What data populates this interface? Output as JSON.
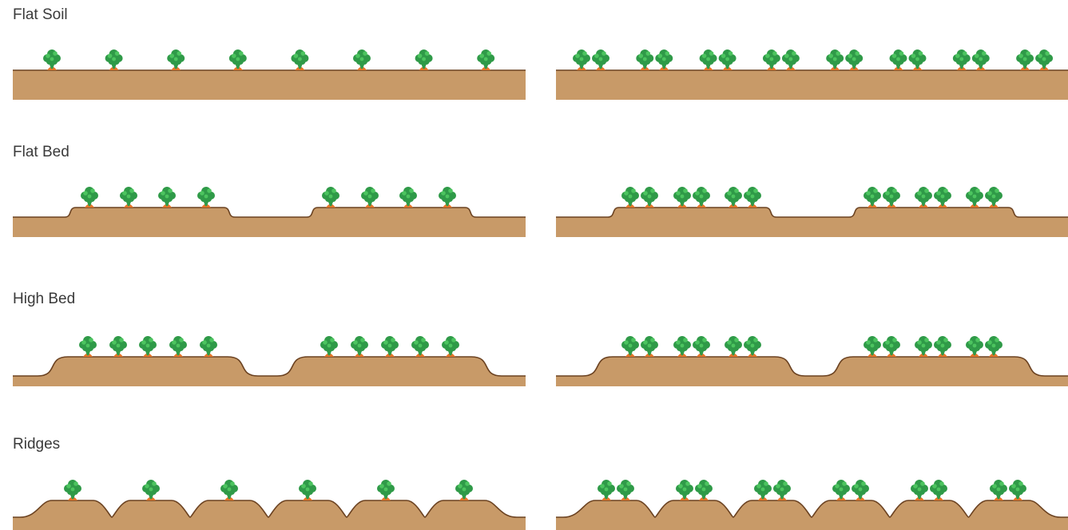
{
  "colors": {
    "soil_fill": "#c89a68",
    "soil_line": "#6b4221",
    "leaf_dark": "#2f9a48",
    "leaf_light": "#4cc45f",
    "carrot": "#e5762a"
  },
  "icons": {
    "plant": "carrot-plant-icon"
  },
  "rows": [
    {
      "title": "Flat Soil",
      "profile": "flat",
      "panels": [
        {
          "layout": "single",
          "plants": 8
        },
        {
          "layout": "pairs",
          "plants": 16
        }
      ]
    },
    {
      "title": "Flat Bed",
      "profile": "low-beds",
      "panels": [
        {
          "layout": "single",
          "plants": 8
        },
        {
          "layout": "pairs",
          "plants": 12
        }
      ]
    },
    {
      "title": "High Bed",
      "profile": "high-beds",
      "panels": [
        {
          "layout": "single",
          "plants": 10
        },
        {
          "layout": "pairs",
          "plants": 12
        }
      ]
    },
    {
      "title": "Ridges",
      "profile": "ridges",
      "panels": [
        {
          "layout": "single",
          "plants": 6
        },
        {
          "layout": "pairs",
          "plants": 12
        }
      ]
    }
  ]
}
